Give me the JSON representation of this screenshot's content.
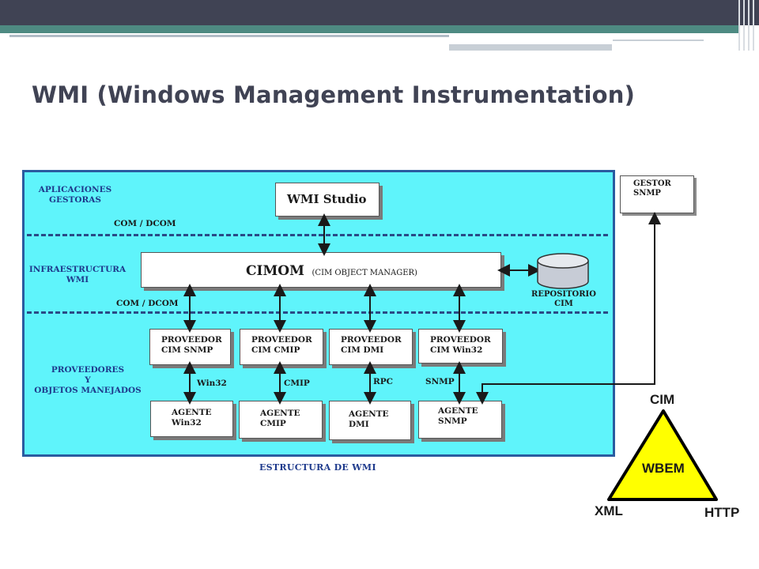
{
  "slide": {
    "title": "WMI (Windows Management Instrumentation)",
    "caption": "ESTRUCTURA DE WMI"
  },
  "layers": {
    "apps_line1": "APLICACIONES",
    "apps_line2": "GESTORAS",
    "infra_line1": "INFRAESTRUCTURA",
    "infra_line2": "WMI",
    "prov_line1": "PROVEEDORES",
    "prov_line2": "Y",
    "prov_line3": "OBJETOS MANEJADOS"
  },
  "connectors": {
    "com_dcom_top": "COM / DCOM",
    "com_dcom_bottom": "COM / DCOM",
    "win32": "Win32",
    "cmip": "CMIP",
    "rpc": "RPC",
    "snmp": "SNMP"
  },
  "boxes": {
    "wmi_studio": "WMI Studio",
    "cimom": "CIMOM",
    "cimom_sub": "(CIM OBJECT MANAGER)",
    "repo_line1": "REPOSITORIO",
    "repo_line2": "CIM",
    "providers": [
      {
        "line1": "PROVEEDOR",
        "line2": "CIM SNMP"
      },
      {
        "line1": "PROVEEDOR",
        "line2": "CIM CMIP"
      },
      {
        "line1": "PROVEEDOR",
        "line2": "CIM DMI"
      },
      {
        "line1": "PROVEEDOR",
        "line2": "CIM Win32"
      }
    ],
    "agents": [
      {
        "line1": "AGENTE",
        "line2": "Win32"
      },
      {
        "line1": "AGENTE",
        "line2": "CMIP"
      },
      {
        "line1": "AGENTE",
        "line2": "DMI"
      },
      {
        "line1": "AGENTE",
        "line2": "SNMP"
      }
    ],
    "gestor_line1": "GESTOR",
    "gestor_line2": "SNMP"
  },
  "wbem": {
    "top": "CIM",
    "center": "WBEM",
    "left": "XML",
    "right": "HTTP"
  },
  "colors": {
    "diagram_bg": "#5ff4fb",
    "diagram_border": "#2a5ba0",
    "layer_label": "#1e3a8c",
    "triangle_fill": "#ffff00",
    "title": "#404354"
  }
}
